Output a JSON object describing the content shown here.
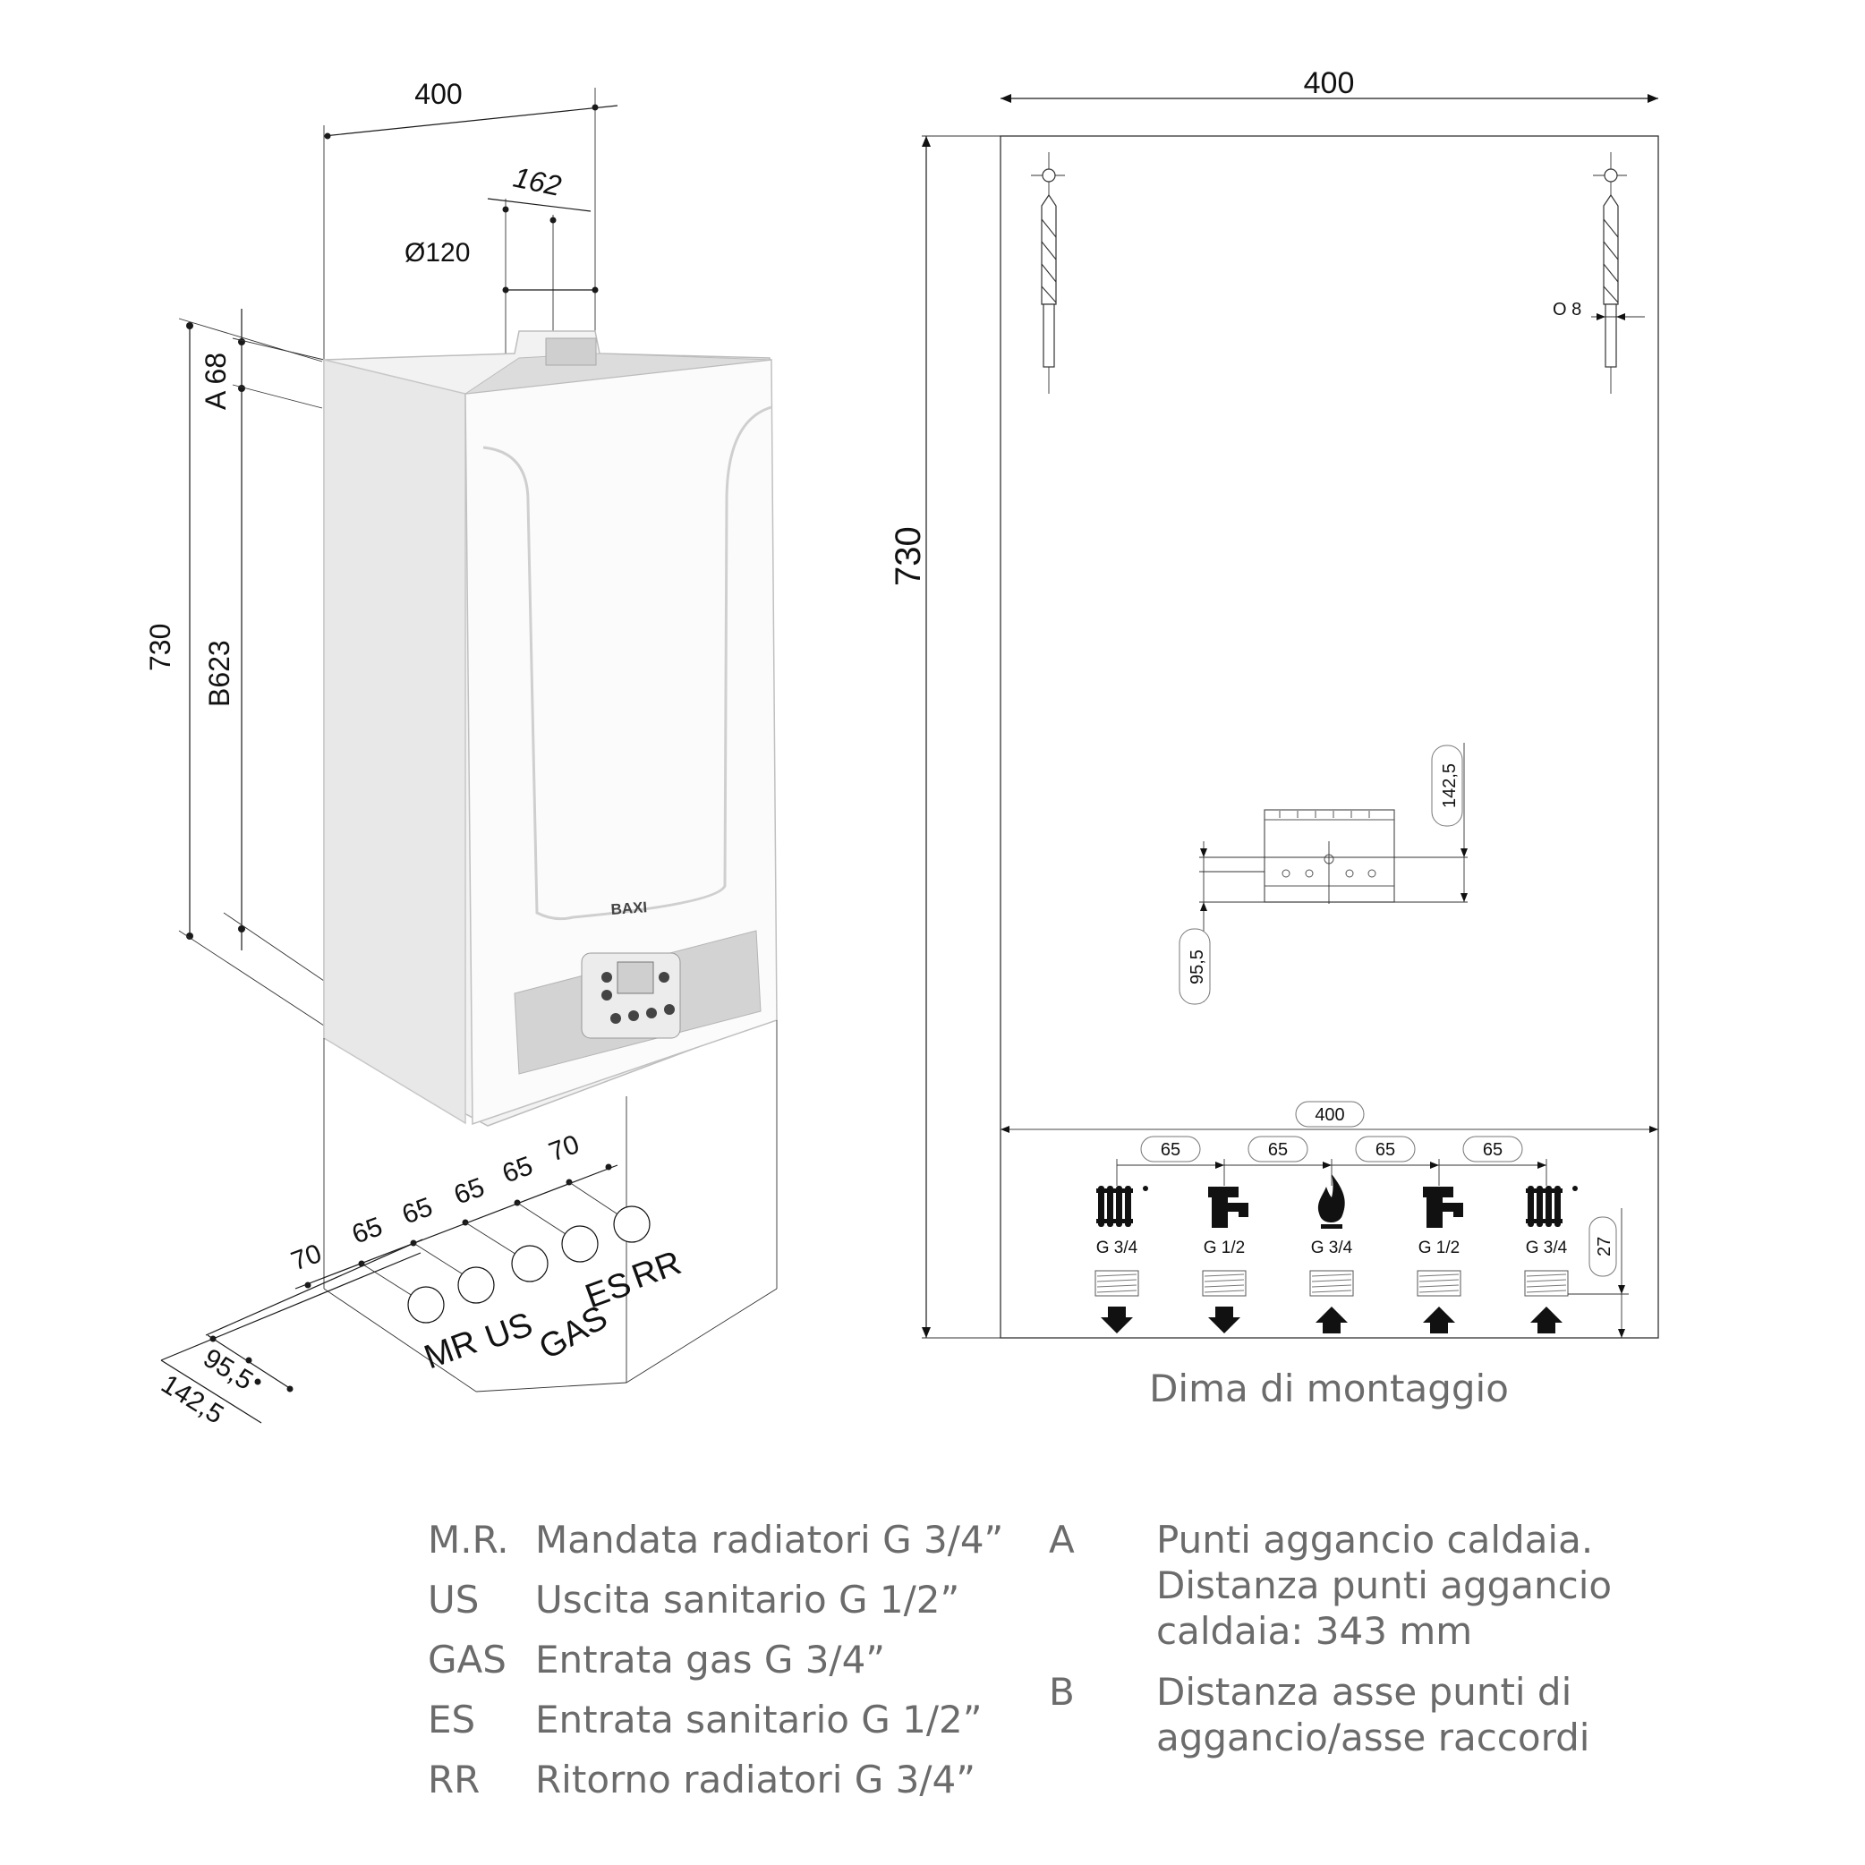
{
  "left_view": {
    "width_label": "400",
    "depth_label": "162",
    "flue_label": "Ø120",
    "a_label": "A 68",
    "b_label": "B623",
    "height_label": "730",
    "spacing_labels": [
      "70",
      "65",
      "65",
      "65",
      "65",
      "70"
    ],
    "depth_labels": [
      "95,5",
      "142,5"
    ],
    "connection_labels": [
      "MR",
      "US",
      "GAS",
      "ES",
      "RR"
    ],
    "brand": "BAXI"
  },
  "template": {
    "width_label": "400",
    "height_label": "730",
    "hole_label": "O 8",
    "offset_label_142": "142,5",
    "offset_label_95": "95,5",
    "inner_width_label": "400",
    "spacing_labels": [
      "65",
      "65",
      "65",
      "65"
    ],
    "thread_height_label": "27",
    "fittings": [
      {
        "icon": "radiator-icon",
        "size": "G 3/4",
        "flow": "out"
      },
      {
        "icon": "tap-icon",
        "size": "G 1/2",
        "flow": "out"
      },
      {
        "icon": "flame-icon",
        "size": "G 3/4",
        "flow": "in"
      },
      {
        "icon": "tap-icon",
        "size": "G 1/2",
        "flow": "in"
      },
      {
        "icon": "radiator-icon",
        "size": "G 3/4",
        "flow": "in"
      }
    ],
    "caption": "Dima di montaggio"
  },
  "legend": {
    "left": [
      {
        "code": "M.R.",
        "text": "Mandata radiatori G 3/4”"
      },
      {
        "code": "US",
        "text": "Uscita sanitario G 1/2”"
      },
      {
        "code": "GAS",
        "text": "Entrata gas G 3/4”"
      },
      {
        "code": "ES",
        "text": "Entrata sanitario G 1/2”"
      },
      {
        "code": "RR",
        "text": "Ritorno radiatori G 3/4”"
      }
    ],
    "right": [
      {
        "code": "A",
        "lines": [
          "Punti aggancio caldaia.",
          "Distanza punti aggancio",
          "caldaia: 343 mm"
        ]
      },
      {
        "code": "B",
        "lines": [
          "Distanza asse punti di",
          "aggancio/asse raccordi"
        ]
      }
    ]
  }
}
